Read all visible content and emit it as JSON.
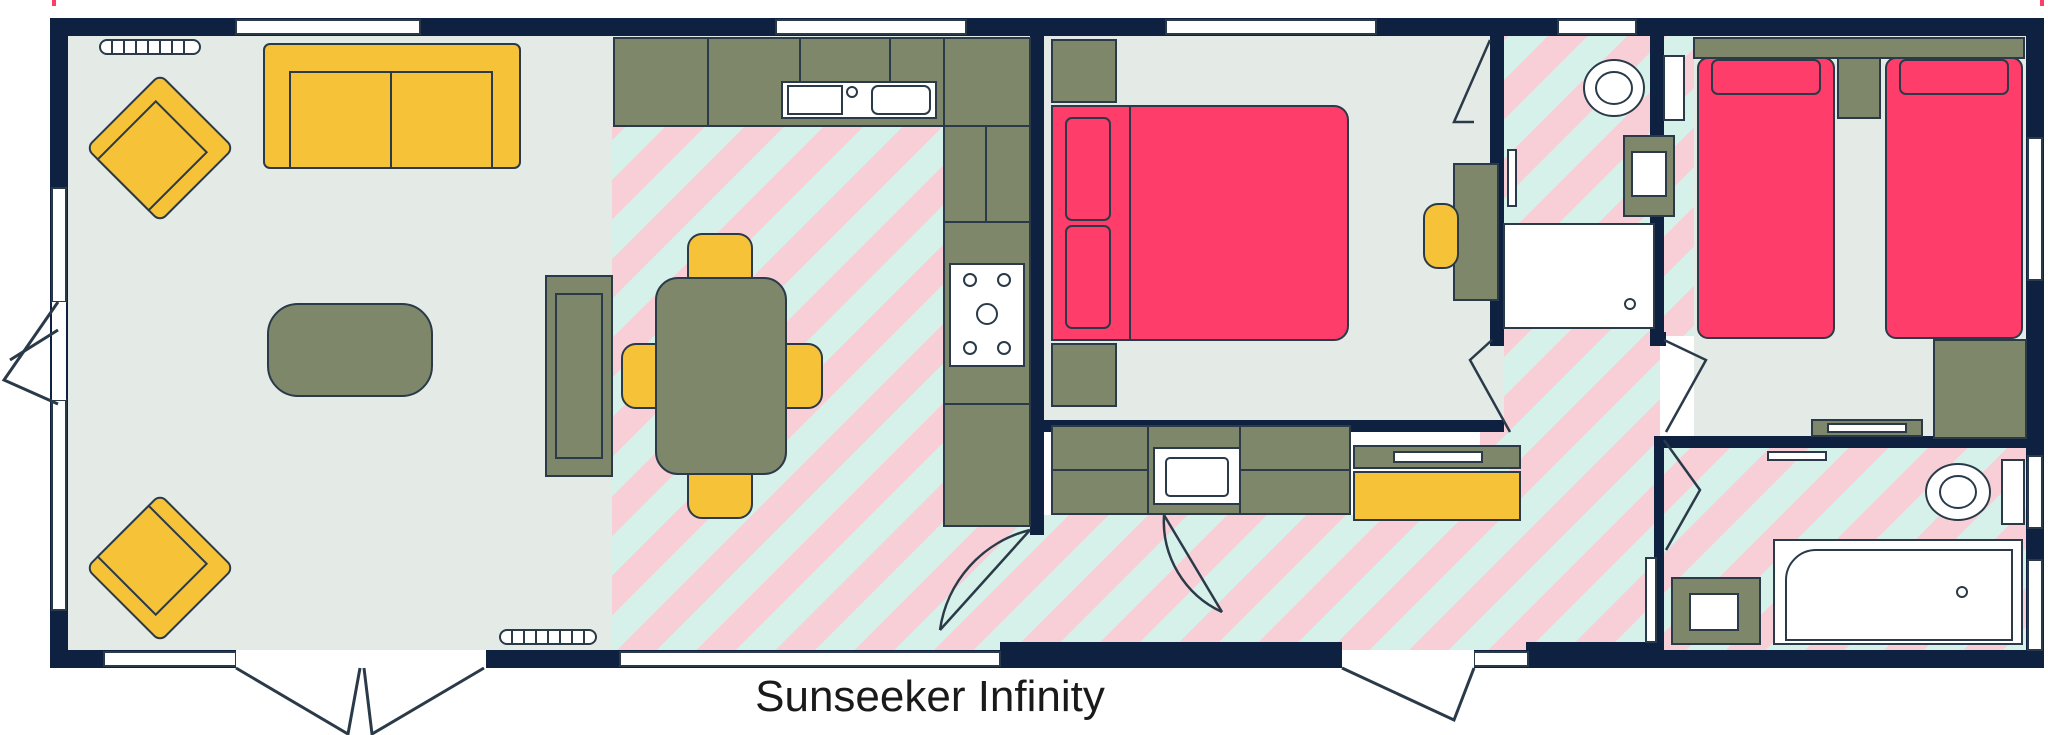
{
  "title": "Sunseeker Infinity",
  "colors": {
    "wall": "#0f2140",
    "floor": "#e4ebe7",
    "stripe_pink": "#f8cfd6",
    "stripe_mint": "#d6f0ea",
    "furniture_olive": "#7f876a",
    "sofa_yellow": "#f6c338",
    "bed_red": "#ff3d6a",
    "white_fixture": "#ffffff",
    "outline": "#2a3a48"
  },
  "rooms": [
    {
      "name": "living-room"
    },
    {
      "name": "kitchen-dining"
    },
    {
      "name": "main-bedroom"
    },
    {
      "name": "ensuite"
    },
    {
      "name": "twin-bedroom"
    },
    {
      "name": "hallway"
    },
    {
      "name": "bathroom"
    }
  ]
}
